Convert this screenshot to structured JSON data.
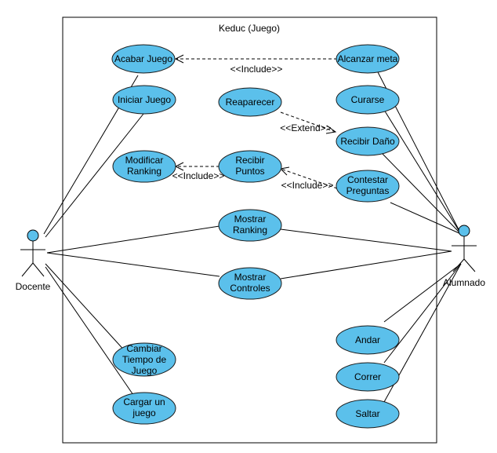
{
  "system": {
    "title": "Keduc (Juego)"
  },
  "actors": {
    "docente": "Docente",
    "alumnado": "Alumnado"
  },
  "use_cases": {
    "acabar_juego": [
      "Acabar Juego"
    ],
    "iniciar_juego": [
      "Iniciar Juego"
    ],
    "reaparecer": [
      "Reaparecer"
    ],
    "alcanzar_meta": [
      "Alcanzar meta"
    ],
    "curarse": [
      "Curarse"
    ],
    "recibir_dano": [
      "Recibir Daño"
    ],
    "modificar_ranking": [
      "Modificar",
      "Ranking"
    ],
    "recibir_puntos": [
      "Recibir",
      "Puntos"
    ],
    "contestar_preguntas": [
      "Contestar",
      "Preguntas"
    ],
    "mostrar_ranking": [
      "Mostrar",
      "Ranking"
    ],
    "mostrar_controles": [
      "Mostrar",
      "Controles"
    ],
    "cambiar_tiempo": [
      "Cambiar",
      "Tiempo de",
      "Juego"
    ],
    "cargar_juego": [
      "Cargar un",
      "juego"
    ],
    "andar": [
      "Andar"
    ],
    "correr": [
      "Correr"
    ],
    "saltar": [
      "Saltar"
    ]
  },
  "relations": {
    "include_1": "<<Include>>",
    "include_2": "<<Include>>",
    "include_3": "<<Include>>",
    "extend_1": "<<Extend>>"
  }
}
